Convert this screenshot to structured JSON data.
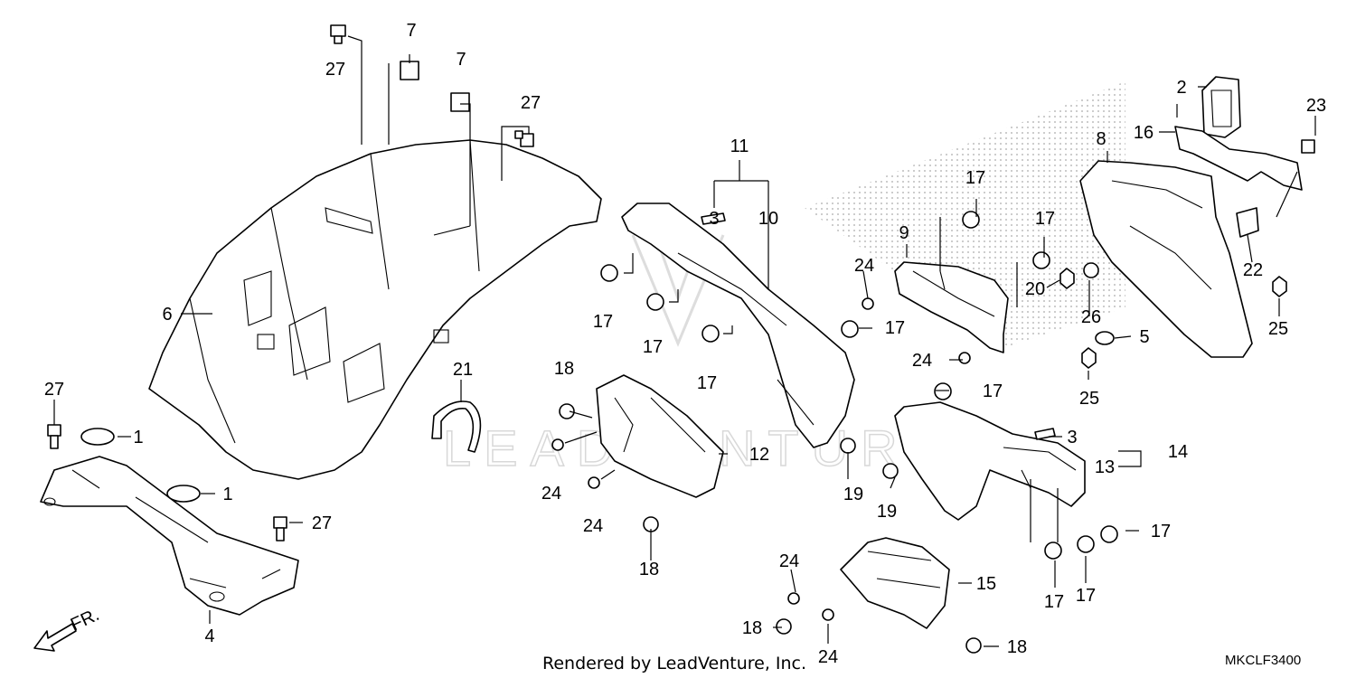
{
  "diagram": {
    "callouts": [
      "27",
      "7",
      "7",
      "27",
      "6",
      "21",
      "27",
      "1",
      "1",
      "27",
      "4",
      "11",
      "3",
      "10",
      "17",
      "17",
      "17",
      "18",
      "12",
      "24",
      "24",
      "18",
      "19",
      "9",
      "17",
      "17",
      "24",
      "24",
      "17",
      "8",
      "2",
      "16",
      "23",
      "20",
      "26",
      "22",
      "5",
      "25",
      "25",
      "17",
      "3",
      "14",
      "13",
      "19",
      "17",
      "17",
      "17",
      "15",
      "24",
      "18",
      "24",
      "18"
    ],
    "watermark": "LEADVENTURE",
    "direction_label": "FR.",
    "footer_credit": "Rendered by LeadVenture, Inc.",
    "diagram_code": "MKCLF3400"
  },
  "colors": {
    "line": "#000000",
    "background": "#ffffff",
    "watermark": "#d8d8d8",
    "halftone": "#bdbdbd"
  }
}
